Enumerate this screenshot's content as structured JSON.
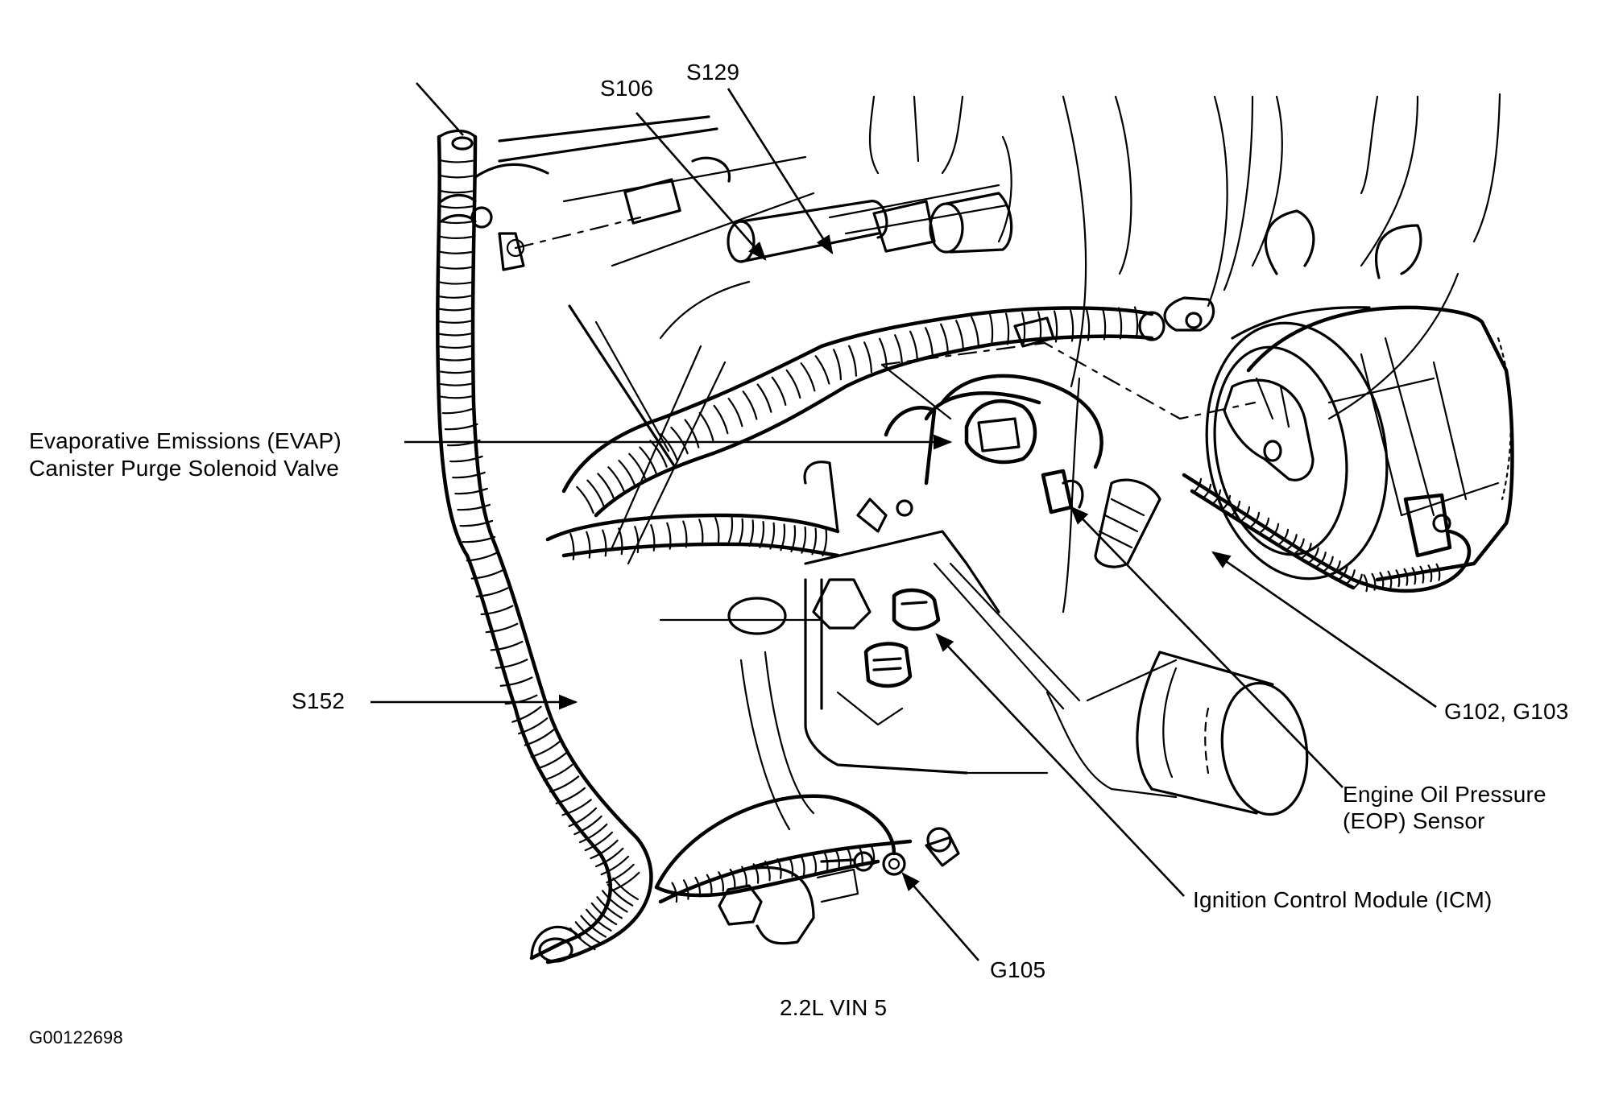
{
  "figure": {
    "caption": "2.2L VIN 5",
    "figure_id": "G00122698",
    "background": "#ffffff",
    "ink": "#000000"
  },
  "callouts": {
    "s106": "S106",
    "s129": "S129",
    "evap_line1": "Evaporative Emissions (EVAP)",
    "evap_line2": "Canister Purge Solenoid Valve",
    "s152": "S152",
    "g102_g103": "G102, G103",
    "eop_line1": "Engine Oil Pressure",
    "eop_line2": "(EOP) Sensor",
    "icm": "Ignition Control Module (ICM)",
    "g105": "G105"
  }
}
